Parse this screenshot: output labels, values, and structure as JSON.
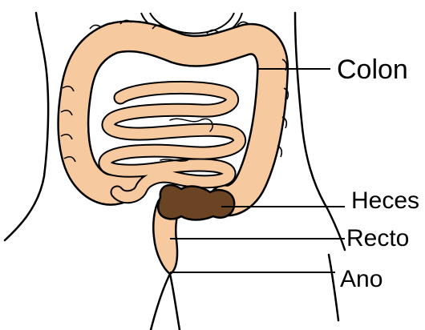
{
  "labels": {
    "colon": "Colon",
    "heces": "Heces",
    "recto": "Recto",
    "ano": "Ano"
  },
  "colors": {
    "intestine_fill": "#f7c99f",
    "feces_fill": "#6b4423",
    "outline": "#000000",
    "background": "#ffffff"
  }
}
